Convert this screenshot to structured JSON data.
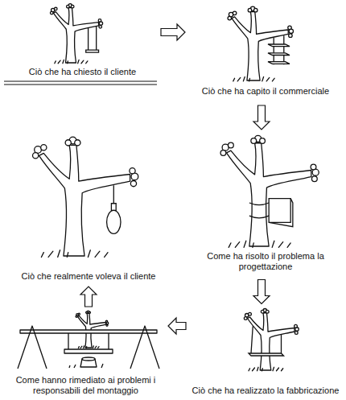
{
  "diagram": {
    "nodes": [
      {
        "text": [
          "Ciò che ha chiesto il cliente"
        ]
      },
      {
        "text": [
          "Ciò che ha capito il commerciale"
        ]
      },
      {
        "text": [
          "Ciò che realmente voleva il cliente"
        ]
      },
      {
        "text": [
          "Come ha risolto il problema la progettazione"
        ]
      },
      {
        "text": [
          "Come hanno rimediato ai problemi i responsabili del montaggio"
        ]
      },
      {
        "text": [
          "Ciò che ha realizzato la fabbricazione"
        ]
      }
    ],
    "edges": [
      {
        "from": 0,
        "to": 1,
        "arrow": "to"
      },
      {
        "from": 1,
        "to": 3,
        "arrow": "to"
      },
      {
        "from": 3,
        "to": 5,
        "arrow": "to"
      },
      {
        "from": 5,
        "to": 4,
        "arrow": "to"
      },
      {
        "from": 4,
        "to": 2,
        "arrow": "to"
      }
    ]
  }
}
